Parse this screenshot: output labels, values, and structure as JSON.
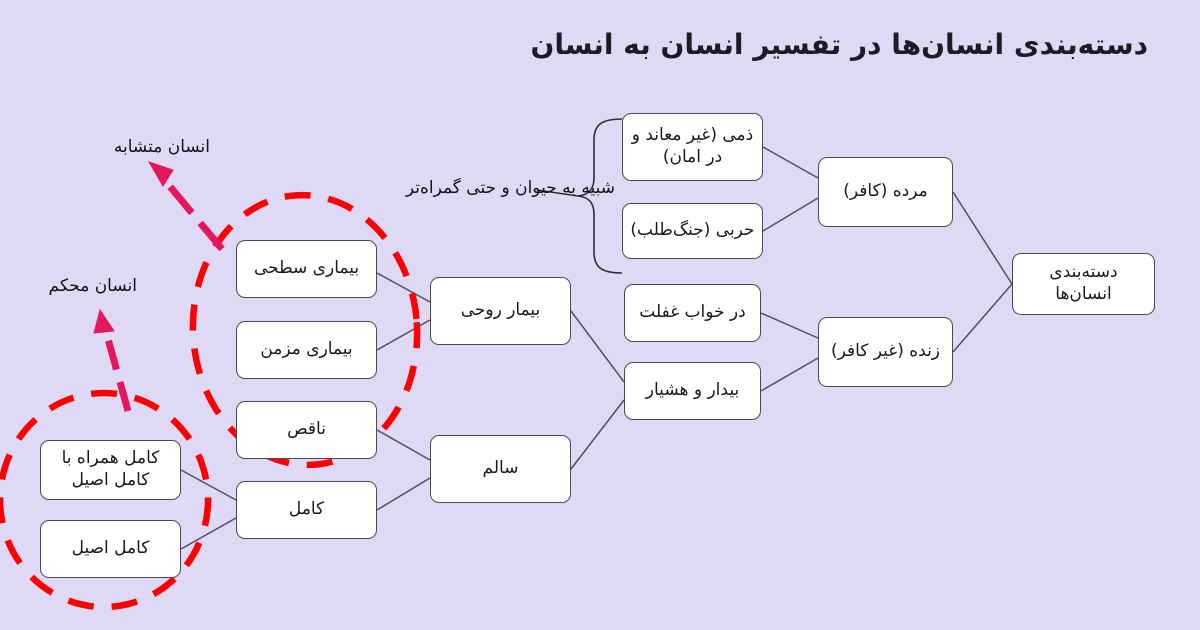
{
  "page": {
    "title": "دسته‌بندی انسان‌ها در تفسیر انسان به انسان",
    "language": "fa",
    "direction": "rtl",
    "background_color": "#dfd9f6",
    "box_fill": "#ffffff",
    "box_stroke": "#4a4a55",
    "connector_color": "#50505a",
    "highlight_ellipse_color": "#ff0000",
    "arrow_color": "#e4175c"
  },
  "root": {
    "label": "دسته‌بندی انسان‌ها"
  },
  "level_2": [
    {
      "id": "morde",
      "label": "مرده (کافر)"
    },
    {
      "id": "zende",
      "label": "زنده (غیر کافر)"
    }
  ],
  "level_3": [
    {
      "id": "zemmi",
      "label": "ذمی (غیر معاند و در امان)",
      "parent": "morde"
    },
    {
      "id": "harbi",
      "label": "حربی (جنگ‌طلب)",
      "parent": "morde"
    },
    {
      "id": "khab",
      "label": "در خواب غفلت",
      "parent": "zende"
    },
    {
      "id": "bidar",
      "label": "بیدار و هشیار",
      "parent": "zende"
    }
  ],
  "level_4": [
    {
      "id": "bimar_ruhi",
      "label": "بیمار روحی",
      "parent": "bidar"
    },
    {
      "id": "salem",
      "label": "سالم",
      "parent": "bidar"
    }
  ],
  "level_5": [
    {
      "id": "bimari_sathi",
      "label": "بیماری سطحی",
      "parent": "bimar_ruhi"
    },
    {
      "id": "bimari_mozmen",
      "label": "بیماری مزمن",
      "parent": "bimar_ruhi"
    },
    {
      "id": "naghes",
      "label": "ناقص",
      "parent": "salem"
    },
    {
      "id": "kamel",
      "label": "کامل",
      "parent": "salem"
    }
  ],
  "level_6": [
    {
      "id": "kamel_hamrah",
      "label": "کامل همراه با کامل اصیل",
      "parent": "kamel"
    },
    {
      "id": "kamel_asil",
      "label": "کامل اصیل",
      "parent": "kamel"
    }
  ],
  "annotations": {
    "brace_label": "شبیه به حیوان و حتی گمراه‌تر",
    "arrow_labels": [
      {
        "id": "moteshabeh",
        "label": "انسان متشابه"
      },
      {
        "id": "mohkam",
        "label": "انسان محکم"
      }
    ]
  }
}
